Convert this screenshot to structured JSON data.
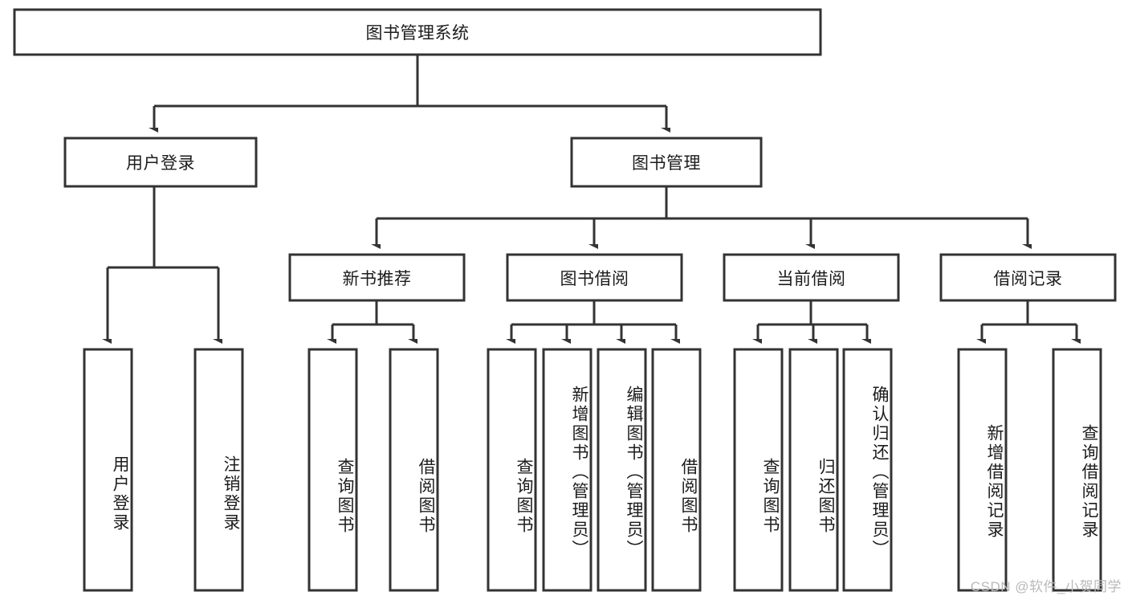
{
  "diagram": {
    "type": "tree-hierarchy",
    "title": "图书管理系统",
    "watermark": "CSDN @软件_小贺同学",
    "colors": {
      "box_stroke": "#333333",
      "box_fill": "#ffffff",
      "text": "#1c1c1c",
      "connector": "#333333",
      "background": "#ffffff",
      "watermark": "#b9b9b9"
    },
    "root": {
      "label": "图书管理系统",
      "orientation": "horizontal"
    },
    "level2": [
      {
        "label": "用户登录",
        "orientation": "horizontal"
      },
      {
        "label": "图书管理",
        "orientation": "horizontal"
      }
    ],
    "level3": [
      {
        "label": "新书推荐",
        "orientation": "horizontal"
      },
      {
        "label": "图书借阅",
        "orientation": "horizontal"
      },
      {
        "label": "当前借阅",
        "orientation": "horizontal"
      },
      {
        "label": "借阅记录",
        "orientation": "horizontal"
      }
    ],
    "leaves": {
      "user_login": [
        {
          "label": "用户登录",
          "orientation": "vertical"
        },
        {
          "label": "注销登录",
          "orientation": "vertical"
        }
      ],
      "new_book_recommend": [
        {
          "label": "查询图书",
          "orientation": "vertical"
        },
        {
          "label": "借阅图书",
          "orientation": "vertical"
        }
      ],
      "book_borrow": [
        {
          "label": "查询图书",
          "orientation": "vertical"
        },
        {
          "label": "新增图书（管理员）",
          "orientation": "vertical"
        },
        {
          "label": "编辑图书（管理员）",
          "orientation": "vertical"
        },
        {
          "label": "借阅图书",
          "orientation": "vertical"
        }
      ],
      "current_borrow": [
        {
          "label": "查询图书",
          "orientation": "vertical"
        },
        {
          "label": "归还图书",
          "orientation": "vertical"
        },
        {
          "label": "确认归还（管理员）",
          "orientation": "vertical"
        }
      ],
      "borrow_record": [
        {
          "label": "新增借阅记录",
          "orientation": "vertical"
        },
        {
          "label": "查询借阅记录",
          "orientation": "vertical"
        }
      ]
    }
  }
}
